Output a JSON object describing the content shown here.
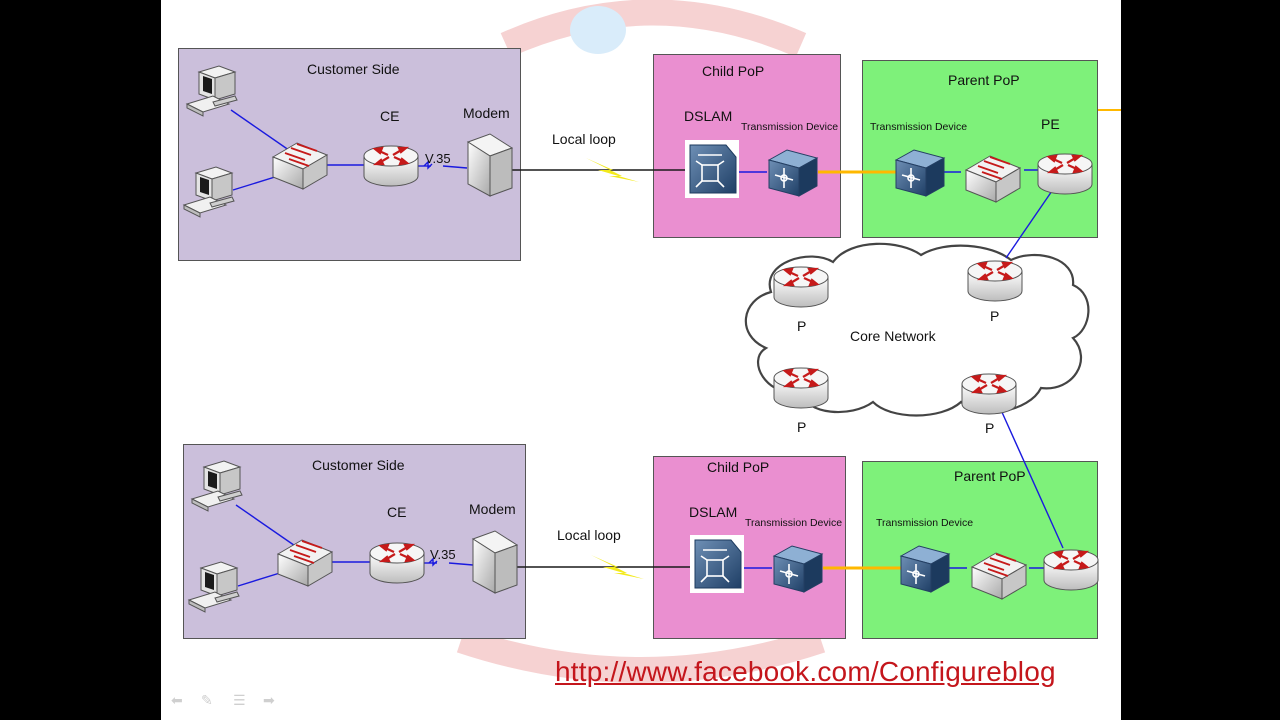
{
  "diagram": {
    "top": {
      "customer_side_label": "Customer Side",
      "ce_label": "CE",
      "v35_label": "V.35",
      "modem_label": "Modem",
      "local_loop_label": "Local loop",
      "child_pop_label": "Child PoP",
      "dslam_label": "DSLAM",
      "child_transmission_label": "Transmission Device",
      "parent_pop_label": "Parent PoP",
      "parent_transmission_label": "Transmission Device",
      "pe_label": "PE"
    },
    "core": {
      "label": "Core Network",
      "p_labels": [
        "P",
        "P",
        "P",
        "P"
      ]
    },
    "bottom": {
      "customer_side_label": "Customer Side",
      "ce_label": "CE",
      "v35_label": "V.35",
      "modem_label": "Modem",
      "local_loop_label": "Local loop",
      "child_pop_label": "Child PoP",
      "dslam_label": "DSLAM",
      "child_transmission_label": "Transmission Device",
      "parent_pop_label": "Parent PoP",
      "parent_transmission_label": "Transmission Device"
    },
    "colors": {
      "customer_side": "#cbbfdb",
      "child_pop": "#ea8fd0",
      "parent_pop": "#7ef17a",
      "link_wire": "#1a1adf",
      "fiber": "#ffb800",
      "lightning": "#f3ea1b",
      "url_text": "#c4161c"
    }
  },
  "footer": {
    "url": "http://www.facebook.com/Configureblog"
  }
}
